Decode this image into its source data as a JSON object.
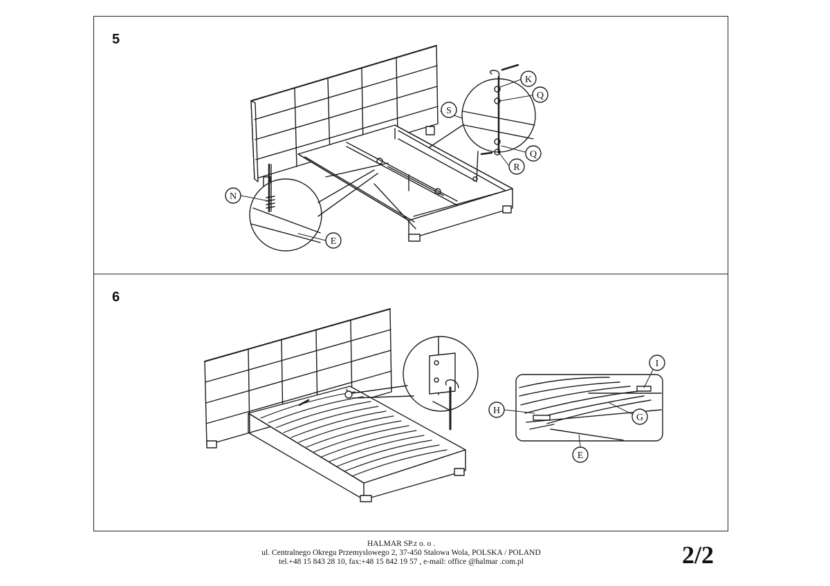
{
  "steps": [
    {
      "number": "5",
      "labels": {
        "k": "K",
        "q1": "Q",
        "s": "S",
        "q2": "Q",
        "r": "R",
        "n": "N",
        "e": "E"
      }
    },
    {
      "number": "6",
      "labels": {
        "i": "I",
        "h": "H",
        "g": "G",
        "e": "E"
      }
    }
  ],
  "footer": {
    "company": "HALMAR SP.z o. o .",
    "address": "ul. Centralnego Okregu Przemyslowego 2, 37-450 Stalowa Wola, POLSKA / POLAND",
    "contact": "tel.+48 15 843 28 10, fax:+48 15 842 19 57 , e-mail: office @halmar .com.pl"
  },
  "page_number": "2/2"
}
